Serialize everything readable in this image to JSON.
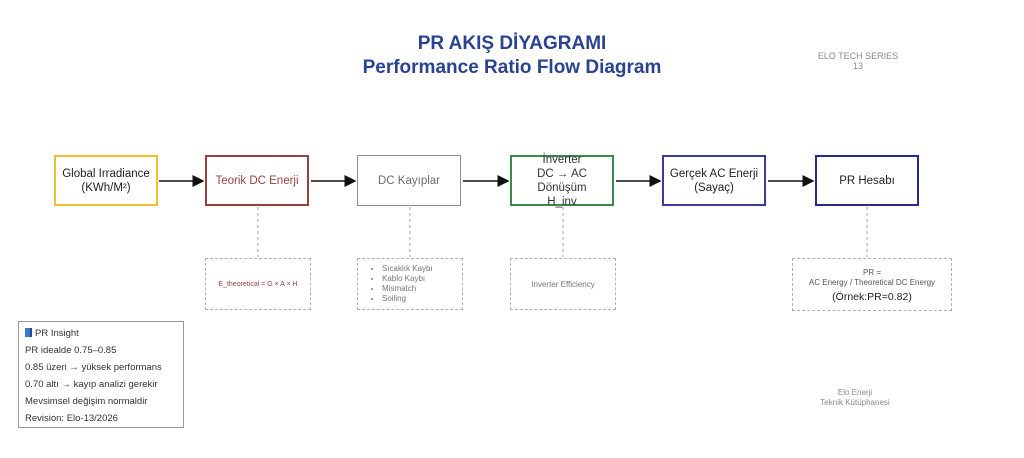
{
  "header": {
    "title_tr": "PR AKIŞ DİYAGRAMI",
    "title_en": "Performance Ratio Flow Diagram",
    "series_label": "ELO TECH SERIES",
    "series_number": "13"
  },
  "flow": {
    "irradiance": {
      "line1": "Global Irradiance",
      "line2": "(KWh/M²)"
    },
    "theoretical_dc": {
      "line1": "Teorik DC Enerji"
    },
    "dc_losses": {
      "line1": "DC Kayıplar"
    },
    "inverter": {
      "line1": "İnverter",
      "line2": "DC → AC Dönüşüm",
      "line3": "H_inv"
    },
    "actual_ac": {
      "line1": "Gerçek AC Enerji",
      "line2": "(Sayaç)"
    },
    "pr_calc": {
      "line1": "PR Hesabı"
    }
  },
  "notes": {
    "theoretical_formula": "E_theoretical = G × A × H",
    "losses": [
      "Sıcaklık Kaybı",
      "Kablo Kaybı",
      "Mismatch",
      "Soiling"
    ],
    "inverter_note": "Inverter Efficiency",
    "pr_formula_line1": "PR =",
    "pr_formula_line2": "AC Energy / Theoretical DC Energy",
    "pr_example": "(Örnek:PR=0.82)"
  },
  "insight": {
    "title": "PR Insight",
    "icon": "book-icon",
    "lines": [
      "PR idealde 0.75–0.85",
      "0.85 üzeri → yüksek performans",
      "0.70 altı → kayıp analizi gerekir",
      "Mevsimsel değişim normaldir",
      "Revision: Elo-13/2026"
    ]
  },
  "footer": {
    "line1": "Elo Enerji",
    "line2": "Teknik Kütüphanesi"
  },
  "colors": {
    "title": "#2a4290",
    "irradiance_border": "#f0c030",
    "theoretical_border": "#9a4040",
    "losses_border": "#8c8c8c",
    "inverter_border": "#3a8a4a",
    "actual_ac_border": "#3a3aa0",
    "pr_border": "#2a2a8a"
  }
}
